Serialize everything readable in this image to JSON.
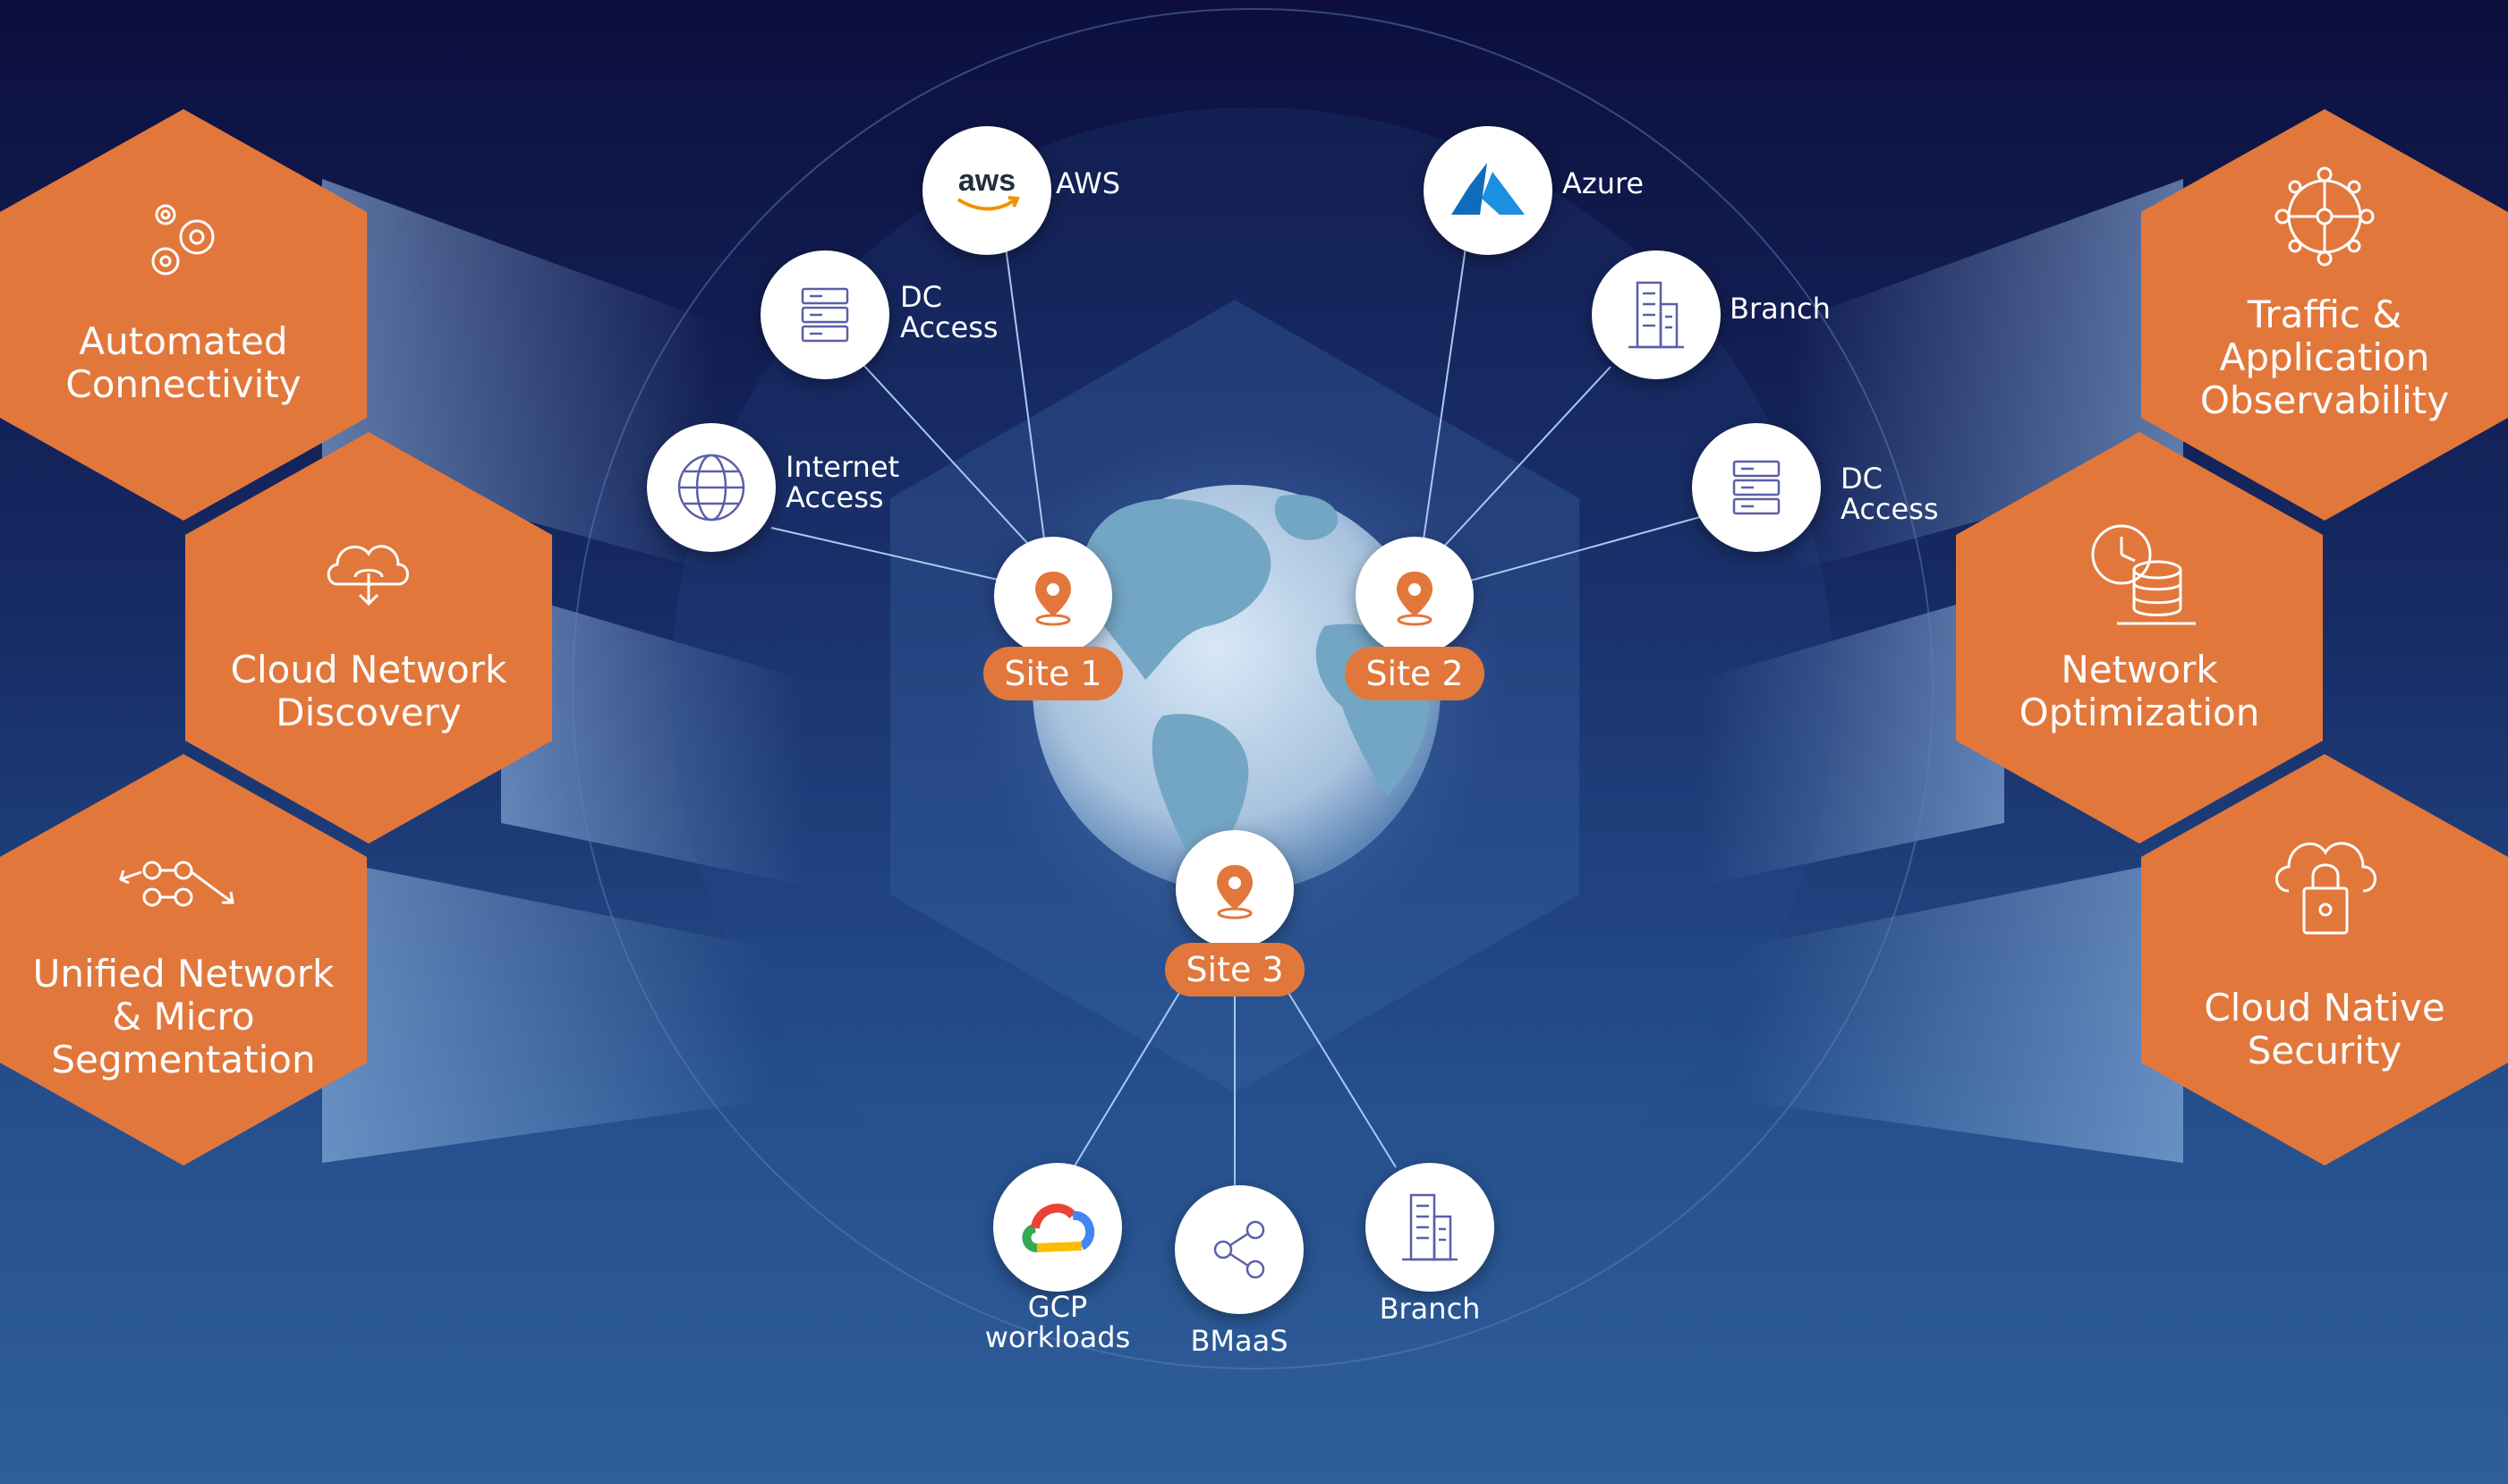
{
  "colors": {
    "accent": "#e2773c",
    "bg_top": "#0c0f3e",
    "bg_bottom": "#2f5e9a",
    "line": "#9fc3ec"
  },
  "left_capabilities": [
    {
      "label_1": "Automated",
      "label_2": "Connectivity",
      "label_3": "",
      "icon": "gears-icon"
    },
    {
      "label_1": "Cloud Network",
      "label_2": "Discovery",
      "label_3": "",
      "icon": "cloud-sync-icon"
    },
    {
      "label_1": "Unified Network",
      "label_2": "& Micro",
      "label_3": "Segmentation",
      "icon": "segmentation-icon"
    }
  ],
  "right_capabilities": [
    {
      "label_1": "Traffic &",
      "label_2": "Application",
      "label_3": "Observability",
      "icon": "network-globe-icon"
    },
    {
      "label_1": "Network",
      "label_2": "Optimization",
      "label_3": "",
      "icon": "clock-database-icon"
    },
    {
      "label_1": "Cloud Native",
      "label_2": "Security",
      "label_3": "",
      "icon": "cloud-lock-icon"
    }
  ],
  "sites": {
    "site1": "Site 1",
    "site2": "Site 2",
    "site3": "Site 3"
  },
  "nodes": {
    "aws": {
      "label": "AWS",
      "logo": "aws"
    },
    "dc_access_left": {
      "label_1": "DC",
      "label_2": "Access"
    },
    "internet_access": {
      "label_1": "Internet",
      "label_2": "Access"
    },
    "azure": {
      "label": "Azure"
    },
    "branch_right": {
      "label": "Branch"
    },
    "dc_access_right": {
      "label_1": "DC",
      "label_2": "Access"
    },
    "gcp": {
      "label_1": "GCP",
      "label_2": "workloads"
    },
    "bmaas": {
      "label": "BMaaS"
    },
    "branch_bottom": {
      "label": "Branch"
    }
  }
}
